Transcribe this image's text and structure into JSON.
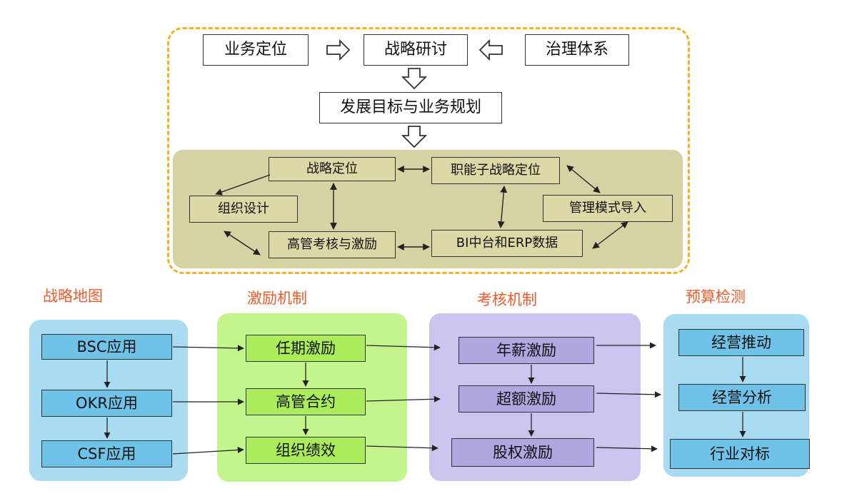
{
  "strategy": {
    "top_row": [
      "业务定位",
      "战略研讨",
      "治理体系"
    ],
    "goal": "发展目标与业务规划",
    "olive_nodes": {
      "positioning": "战略定位",
      "functional": "职能子战略定位",
      "org_design": "组织设计",
      "mgmt_mode": "管理模式导入",
      "exec_eval": "高管考核与激励",
      "bi_erp": "BI中台和ERP数据"
    }
  },
  "columns": [
    {
      "heading": "战略地图",
      "items": [
        "BSC应用",
        "OKR应用",
        "CSF应用"
      ]
    },
    {
      "heading": "激励机制",
      "items": [
        "任期激励",
        "高管合约",
        "组织绩效"
      ]
    },
    {
      "heading": "考核机制",
      "items": [
        "年薪激励",
        "超额激励",
        "股权激励"
      ]
    },
    {
      "heading": "预算检测",
      "items": [
        "经营推动",
        "经营分析",
        "行业对标"
      ]
    }
  ],
  "colors": {
    "dashed_frame": "#f5b324",
    "olive_panel": "#d5d3a3",
    "blue_panel": "#a9dcf2",
    "green_panel": "#c3f58c",
    "lavender_panel": "#c9c5ef",
    "heading": "#ef5a2a"
  }
}
